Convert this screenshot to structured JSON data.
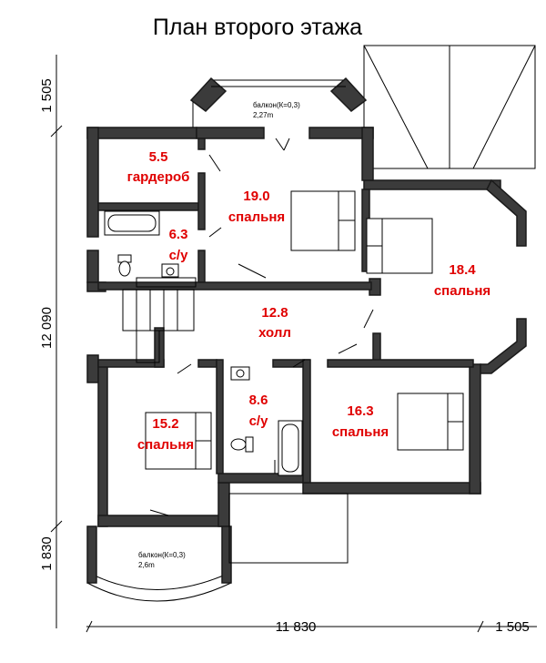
{
  "title": "План второго этажа",
  "rooms": [
    {
      "area": "5.5",
      "name": "гардероб"
    },
    {
      "area": "19.0",
      "name": "спальня"
    },
    {
      "area": "6.3",
      "name": "с/у"
    },
    {
      "area": "18.4",
      "name": "спальня"
    },
    {
      "area": "12.8",
      "name": "холл"
    },
    {
      "area": "8.6",
      "name": "с/у"
    },
    {
      "area": "15.2",
      "name": "спальня"
    },
    {
      "area": "16.3",
      "name": "спальня"
    }
  ],
  "balconies": [
    {
      "label": "балкон(К=0,3)",
      "size": "2,27m"
    },
    {
      "label": "балкон(К=0,3)",
      "size": "2,6m"
    }
  ],
  "dimensions": {
    "left_top": "1 505",
    "left_mid": "12 090",
    "left_bottom": "1 830",
    "bottom_main": "11 830",
    "bottom_right": "1 505"
  },
  "colors": {
    "room_label": "#e00000",
    "wall": "#3b3b3b"
  }
}
